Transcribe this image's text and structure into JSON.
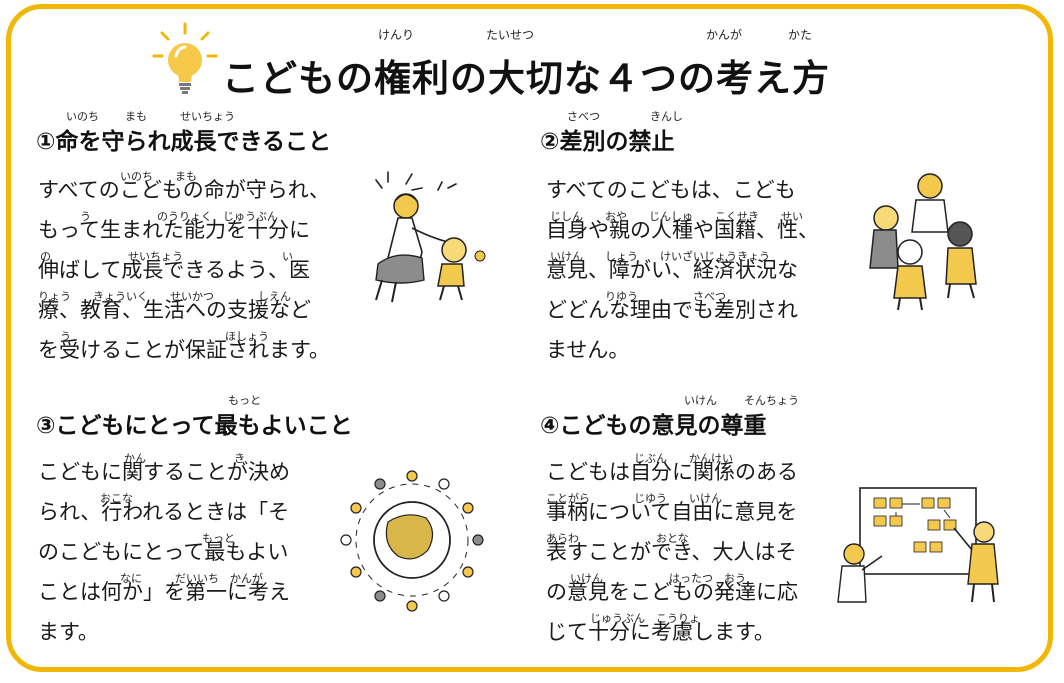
{
  "title": {
    "text": "こどもの権利の大切な４つの考え方",
    "ruby": {
      "kenri": "けんり",
      "taisetsu": "たいせつ",
      "kanga": "かんが",
      "kata": "かた"
    }
  },
  "sections": [
    {
      "heading": "①命を守られ成長できること",
      "ruby": [
        "いのち",
        "まも",
        "せいちょう"
      ],
      "lines": [
        "すべてのこどもの命が守られ、",
        "もって生まれた能力を十分に",
        "伸ばして成長できるよう、医",
        "療、教育、生活への支援など",
        "を受けることが保証されます。"
      ],
      "line_ruby": [
        "いのち　　まも",
        "う　　　　　　のうりょく　じゅうぶん",
        "の　　　　　　　せいちょう　　　　　　　　　い",
        "りょう　　きょういく　　せいかつ　　　　しえん",
        "う　　　　　　　　　　　　　　ほしょう"
      ]
    },
    {
      "heading": "②差別の禁止",
      "ruby": [
        "さべつ",
        "きんし"
      ],
      "lines": [
        "すべてのこどもは、こども",
        "自身や親の人種や国籍、性、",
        "意見、障がい、経済状況な",
        "どどんな理由でも差別され",
        "ません。"
      ],
      "line_ruby": [
        "",
        "じしん　　おや　　じんしゅ　　こくせき　　せい",
        "いけん　　しょう　　けいざいじょうきょう",
        "　　　　　りゆう　　　　　さべつ",
        ""
      ]
    },
    {
      "heading": "③こどもにとって最もよいこと",
      "ruby": [
        "もっと"
      ],
      "lines": [
        "こどもに関することが決め",
        "られ、行われるときは「そ",
        "のこどもにとって最もよい",
        "ことは何か」を第一に考え",
        "ます。"
      ],
      "line_ruby": [
        "かん　　　　　　　　き",
        "おこな",
        "もっと",
        "なに　　　だいいち　かんが",
        ""
      ]
    },
    {
      "heading": "④こどもの意見の尊重",
      "ruby": [
        "いけん",
        "そんちょう"
      ],
      "lines": [
        "こどもは自分に関係のある",
        "事柄について自由に意見を",
        "表すことができ、大人はそ",
        "の意見をこどもの発達に応",
        "じて十分に考慮します。"
      ],
      "line_ruby": [
        "じぶん　　かんけい",
        "ことがら　　　　じゆう　　いけん",
        "あらわ　　　　　　　おとな",
        "いけん　　　　　　はったつ　おう",
        "じゅうぶん　こうりょ"
      ]
    }
  ],
  "colors": {
    "border": "#f2b705",
    "accent": "#f2c94c",
    "ink": "#111111"
  },
  "icons": {
    "title": "lightbulb-icon",
    "s1": "parent-child-illustration",
    "s2": "diverse-children-illustration",
    "s3": "children-around-globe-illustration",
    "s4": "children-presenting-board-illustration"
  }
}
